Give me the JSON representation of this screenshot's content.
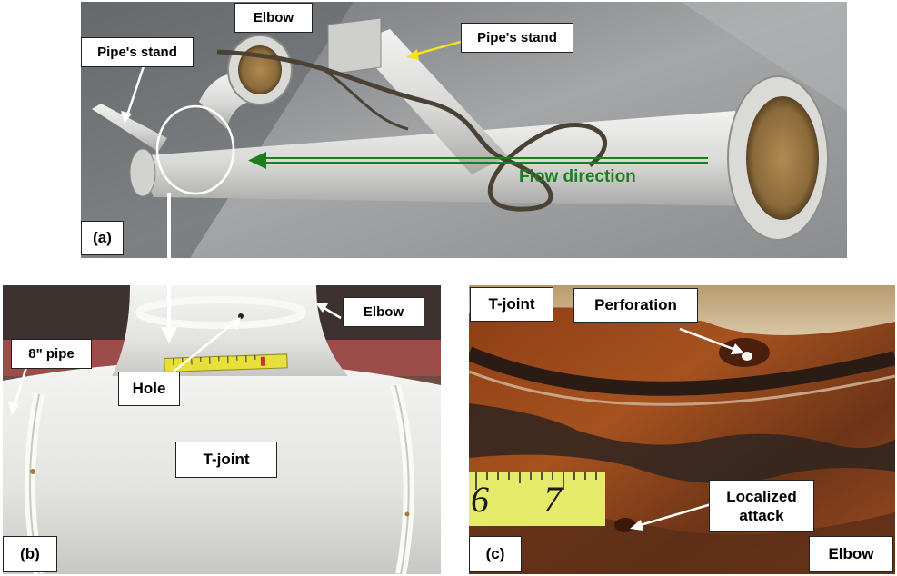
{
  "colors": {
    "flow_arrow": "#1f7d1f",
    "callout_arrow_yellow": "#f3e21c",
    "callout_arrow_white": "#ffffff",
    "rust": "#7a3a14",
    "pipe_white": "#e9e9e6"
  },
  "panel_a": {
    "tag": "(a)",
    "labels": {
      "elbow": "Elbow",
      "pipe_stand_left": "Pipe's stand",
      "pipe_stand_right": "Pipe's stand",
      "flow_direction": "Flow direction"
    }
  },
  "panel_b": {
    "tag": "(b)",
    "labels": {
      "elbow": "Elbow",
      "pipe_size": "8\" pipe",
      "hole": "Hole",
      "t_joint": "T-joint"
    }
  },
  "panel_c": {
    "tag": "(c)",
    "labels": {
      "t_joint": "T-joint",
      "perforation": "Perforation",
      "localized_attack": "Localized attack",
      "localized_line1": "Localized",
      "localized_line2": "attack",
      "elbow": "Elbow"
    },
    "ruler_numbers": [
      "6",
      "7"
    ]
  }
}
